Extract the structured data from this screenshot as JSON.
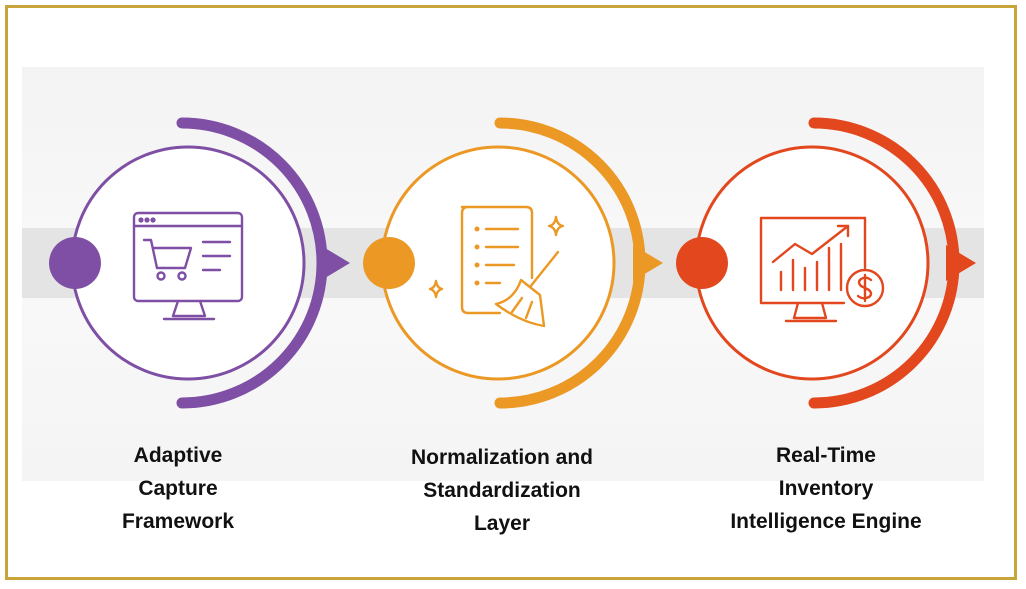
{
  "steps": [
    {
      "label": "Adaptive\nCapture\nFramework",
      "color": "#7e4fa4",
      "icon": "monitor-cart-icon"
    },
    {
      "label": "Normalization and\nStandardization\nLayer",
      "color": "#ec9824",
      "icon": "document-broom-icon"
    },
    {
      "label": "Real-Time\nInventory\nIntelligence Engine",
      "color": "#e2471e",
      "icon": "monitor-chart-dollar-icon"
    }
  ],
  "colors": {
    "border": "#c9a43a",
    "band": "#e4e4e4"
  }
}
